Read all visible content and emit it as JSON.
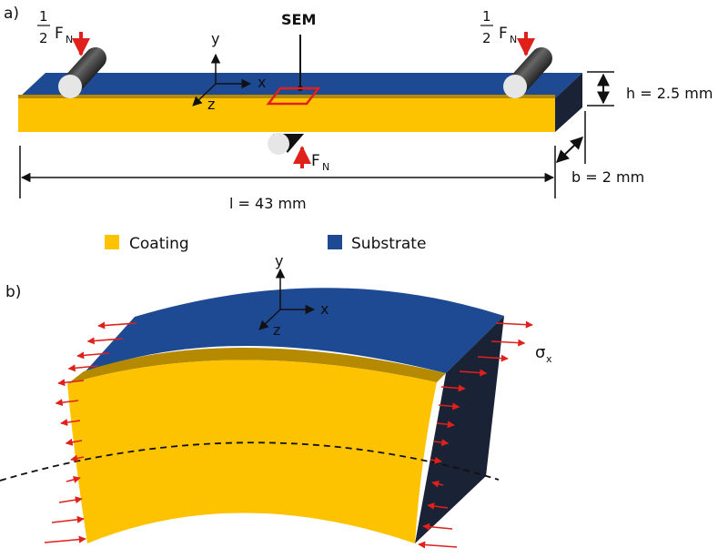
{
  "panel_a": {
    "label": "a)",
    "load_half_fraction_num": "1",
    "load_half_fraction_den": "2",
    "load_symbol": "F",
    "load_subscript": "N",
    "sem_label": "SEM",
    "axis_x": "x",
    "axis_y": "y",
    "axis_z": "z",
    "height_label": "h =  2.5 mm",
    "width_label": "b =  2 mm",
    "length_label": "l = 43 mm"
  },
  "legend": {
    "items": [
      {
        "label": "Coating",
        "color": "#fdc300"
      },
      {
        "label": "Substrate",
        "color": "#1e4a94"
      }
    ]
  },
  "panel_b": {
    "label": "b)",
    "axis_x": "x",
    "axis_y": "y",
    "axis_z": "z",
    "stress_symbol": "σ",
    "stress_subscript": "x"
  },
  "colors": {
    "coating": "#fdc300",
    "coating_edge": "#b58a00",
    "substrate": "#1e4a94",
    "side": "#1a2236",
    "force": "#e0201a"
  }
}
